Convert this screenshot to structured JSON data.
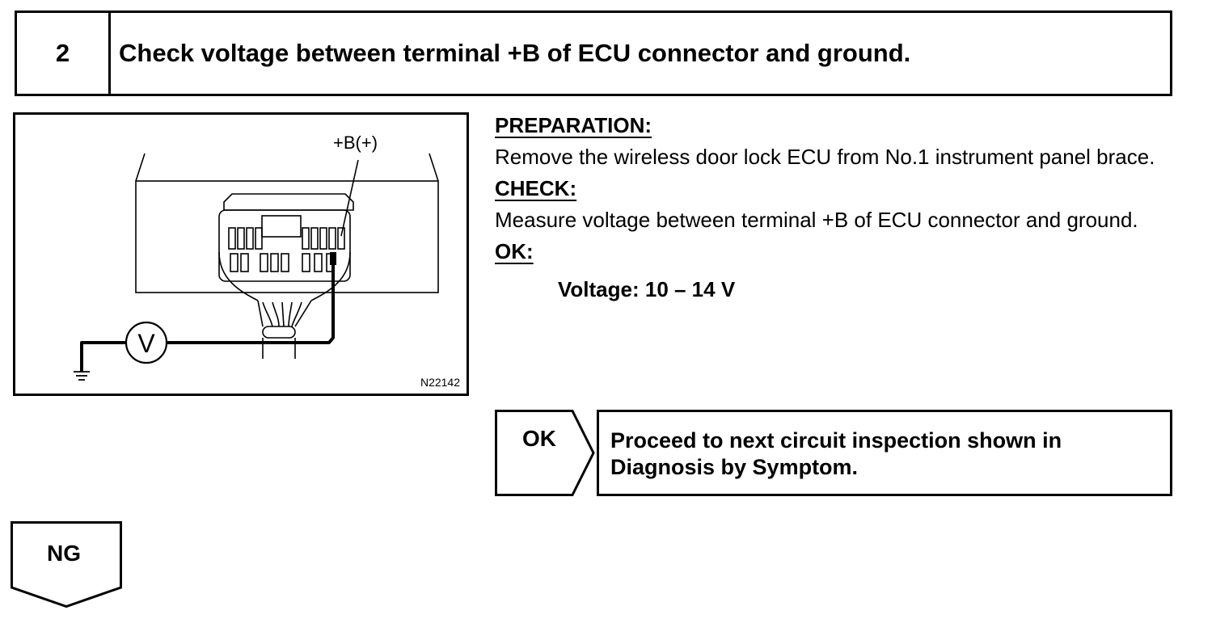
{
  "step": {
    "number": "2",
    "title": "Check voltage between terminal +B of ECU connector and ground."
  },
  "figure": {
    "terminal_label": "+B(+)",
    "meter_symbol": "V",
    "figure_code": "N22142"
  },
  "instructions": {
    "preparation_title": "PREPARATION:",
    "preparation_text": "Remove the wireless door lock ECU from No.1 instrument panel brace.",
    "check_title": "CHECK:",
    "check_text": "Measure voltage between terminal +B of ECU connector and ground.",
    "ok_title": "OK:",
    "ok_spec": "Voltage: 10 – 14 V"
  },
  "ok_branch": {
    "label": "OK",
    "text": "Proceed to next circuit inspection shown in Diagnosis by Symptom."
  },
  "ng_branch": {
    "label": "NG"
  }
}
